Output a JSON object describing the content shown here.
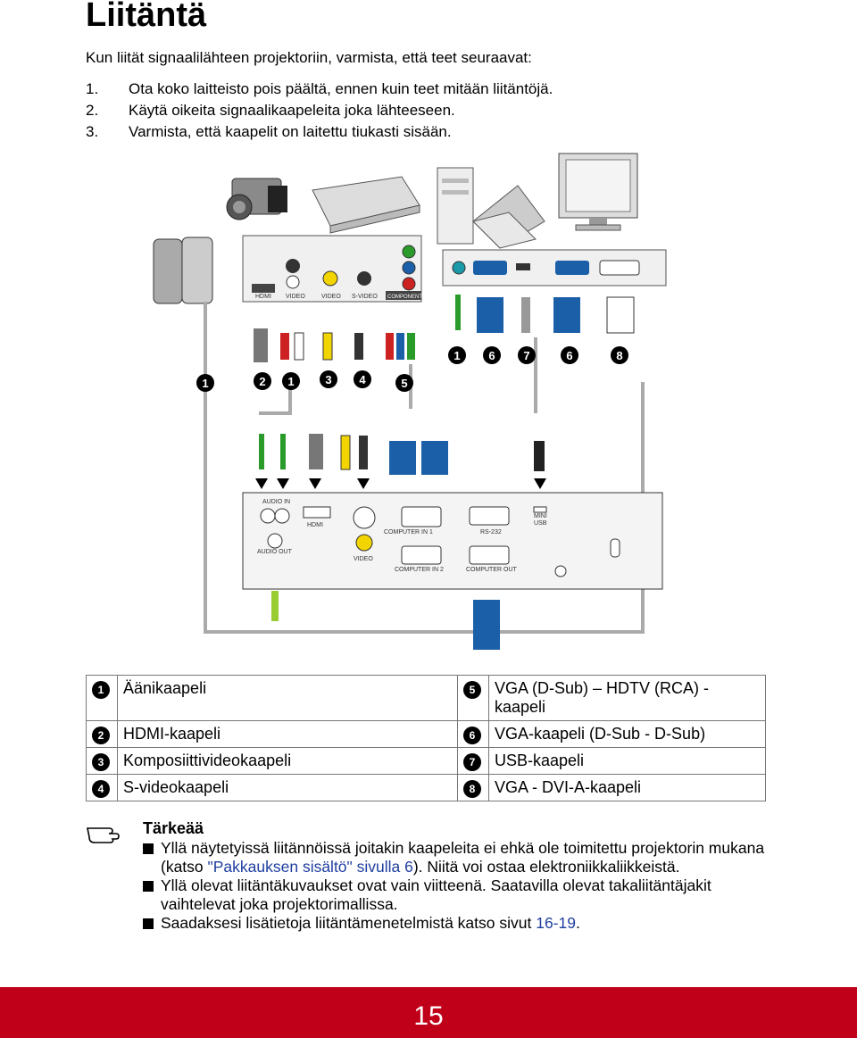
{
  "page": {
    "title": "Liitäntä",
    "number": "15"
  },
  "intro": "Kun liität signaalilähteen projektoriin, varmista, että teet seuraavat:",
  "steps": [
    {
      "num": "1.",
      "text": "Ota koko laitteisto pois päältä, ennen kuin teet mitään liitäntöjä."
    },
    {
      "num": "2.",
      "text": "Käytä oikeita signaalikaapeleita joka lähteeseen."
    },
    {
      "num": "3.",
      "text": "Varmista, että kaapelit on laitettu tiukasti sisään."
    }
  ],
  "diagram": {
    "callouts": [
      "1",
      "2",
      "1",
      "3",
      "4",
      "5",
      "1",
      "6",
      "7",
      "6",
      "8"
    ],
    "source_ports": [
      "HDMI",
      "VIDEO",
      "VIDEO",
      "S-VIDEO",
      "COMPONENT"
    ],
    "projector_ports": {
      "audio_in": "AUDIO IN",
      "hdmi": "HDMI",
      "computer_in_1": "COMPUTER IN 1",
      "rs232": "RS-232",
      "mini_usb_1": "MINI",
      "mini_usb_2": "USB",
      "audio_out": "AUDIO OUT",
      "video": "VIDEO",
      "computer_in_2": "COMPUTER IN 2",
      "computer_out": "COMPUTER OUT"
    }
  },
  "legend": [
    {
      "left_num": "1",
      "left_text": "Äänikaapeli",
      "right_num": "5",
      "right_text": "VGA (D-Sub) – HDTV (RCA) - kaapeli"
    },
    {
      "left_num": "2",
      "left_text": "HDMI-kaapeli",
      "right_num": "6",
      "right_text": "VGA-kaapeli (D-Sub - D-Sub)"
    },
    {
      "left_num": "3",
      "left_text": "Komposiittivideokaapeli",
      "right_num": "7",
      "right_text": "USB-kaapeli"
    },
    {
      "left_num": "4",
      "left_text": "S-videokaapeli",
      "right_num": "8",
      "right_text": "VGA - DVI-A-kaapeli"
    }
  ],
  "note": {
    "title": "Tärkeää",
    "bullet1_pre": "Yllä näytetyissä liitännöissä joitakin kaapeleita ei ehkä ole toimitettu projektorin mukana (katso ",
    "bullet1_link": "\"Pakkauksen sisältö\" sivulla 6",
    "bullet1_post": "). Niitä voi ostaa elektroniikkaliikkeistä.",
    "bullet2": "Yllä olevat liitäntäkuvaukset ovat vain viitteenä. Saatavilla olevat takaliitäntäjakit vaihtelevat joka projektorimallissa.",
    "bullet3_pre": "Saadaksesi lisätietoja liitäntämenetelmistä katso sivut ",
    "bullet3_link": "16-19",
    "bullet3_post": "."
  },
  "colors": {
    "footer": "#c00018",
    "link": "#1f3f9f",
    "vga_blue": "#1a5fa8"
  },
  "icons": {
    "note_icon": "pointing-hand-icon",
    "bullet": "black-square-bullet"
  }
}
